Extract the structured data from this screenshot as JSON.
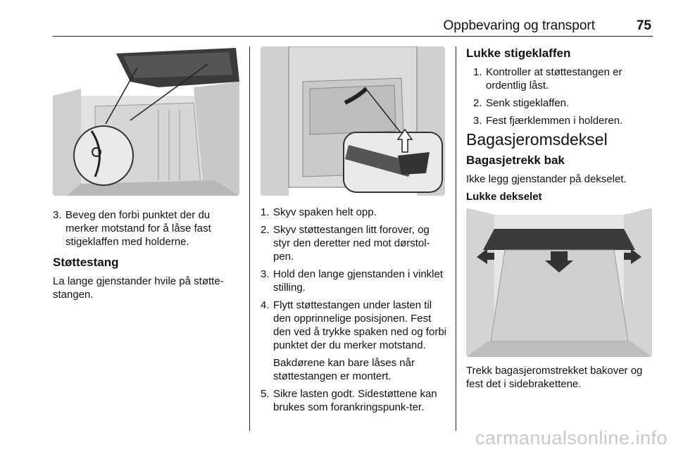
{
  "header": {
    "title": "Oppbevaring og transport",
    "page_number": "75"
  },
  "col1": {
    "step3_num": "3.",
    "step3_text": "Beveg den forbi punktet der du merker motstand for å låse fast stigeklaffen med holderne.",
    "heading": "Støttestang",
    "paragraph": "La lange gjenstander hvile på støtte-stangen."
  },
  "col2": {
    "steps": [
      {
        "num": "1.",
        "text": "Skyv spaken helt opp."
      },
      {
        "num": "2.",
        "text": "Skyv støttestangen litt forover, og styr den deretter ned mot dørstol-pen."
      },
      {
        "num": "3.",
        "text": "Hold den lange gjenstanden i vinklet stilling."
      },
      {
        "num": "4.",
        "text": "Flytt støttestangen under lasten til den opprinnelige posisjonen. Fest den ved å trykke spaken ned og forbi punktet der du merker motstand.",
        "note": "Bakdørene kan bare låses når støttestangen er montert."
      },
      {
        "num": "5.",
        "text": "Sikre lasten godt. Sidestøttene kan brukes som forankringspunk-ter."
      }
    ]
  },
  "col3": {
    "heading1": "Lukke stigeklaffen",
    "steps": [
      {
        "num": "1.",
        "text": "Kontroller at støttestangen er ordentlig låst."
      },
      {
        "num": "2.",
        "text": "Senk stigeklaffen."
      },
      {
        "num": "3.",
        "text": "Fest fjærklemmen i holderen."
      }
    ],
    "section_title": "Bagasjeromsdeksel",
    "subheading": "Bagasjetrekk bak",
    "paragraph1": "Ikke legg gjenstander på dekselet.",
    "heading2": "Lukke dekselet",
    "paragraph2": "Trekk bagasjeromstrekket bakover og fest det i sidebrakettene."
  },
  "watermark": "carmanualsonline.info",
  "colors": {
    "text": "#111111",
    "rule": "#222222",
    "watermark": "#c9c9c9"
  }
}
